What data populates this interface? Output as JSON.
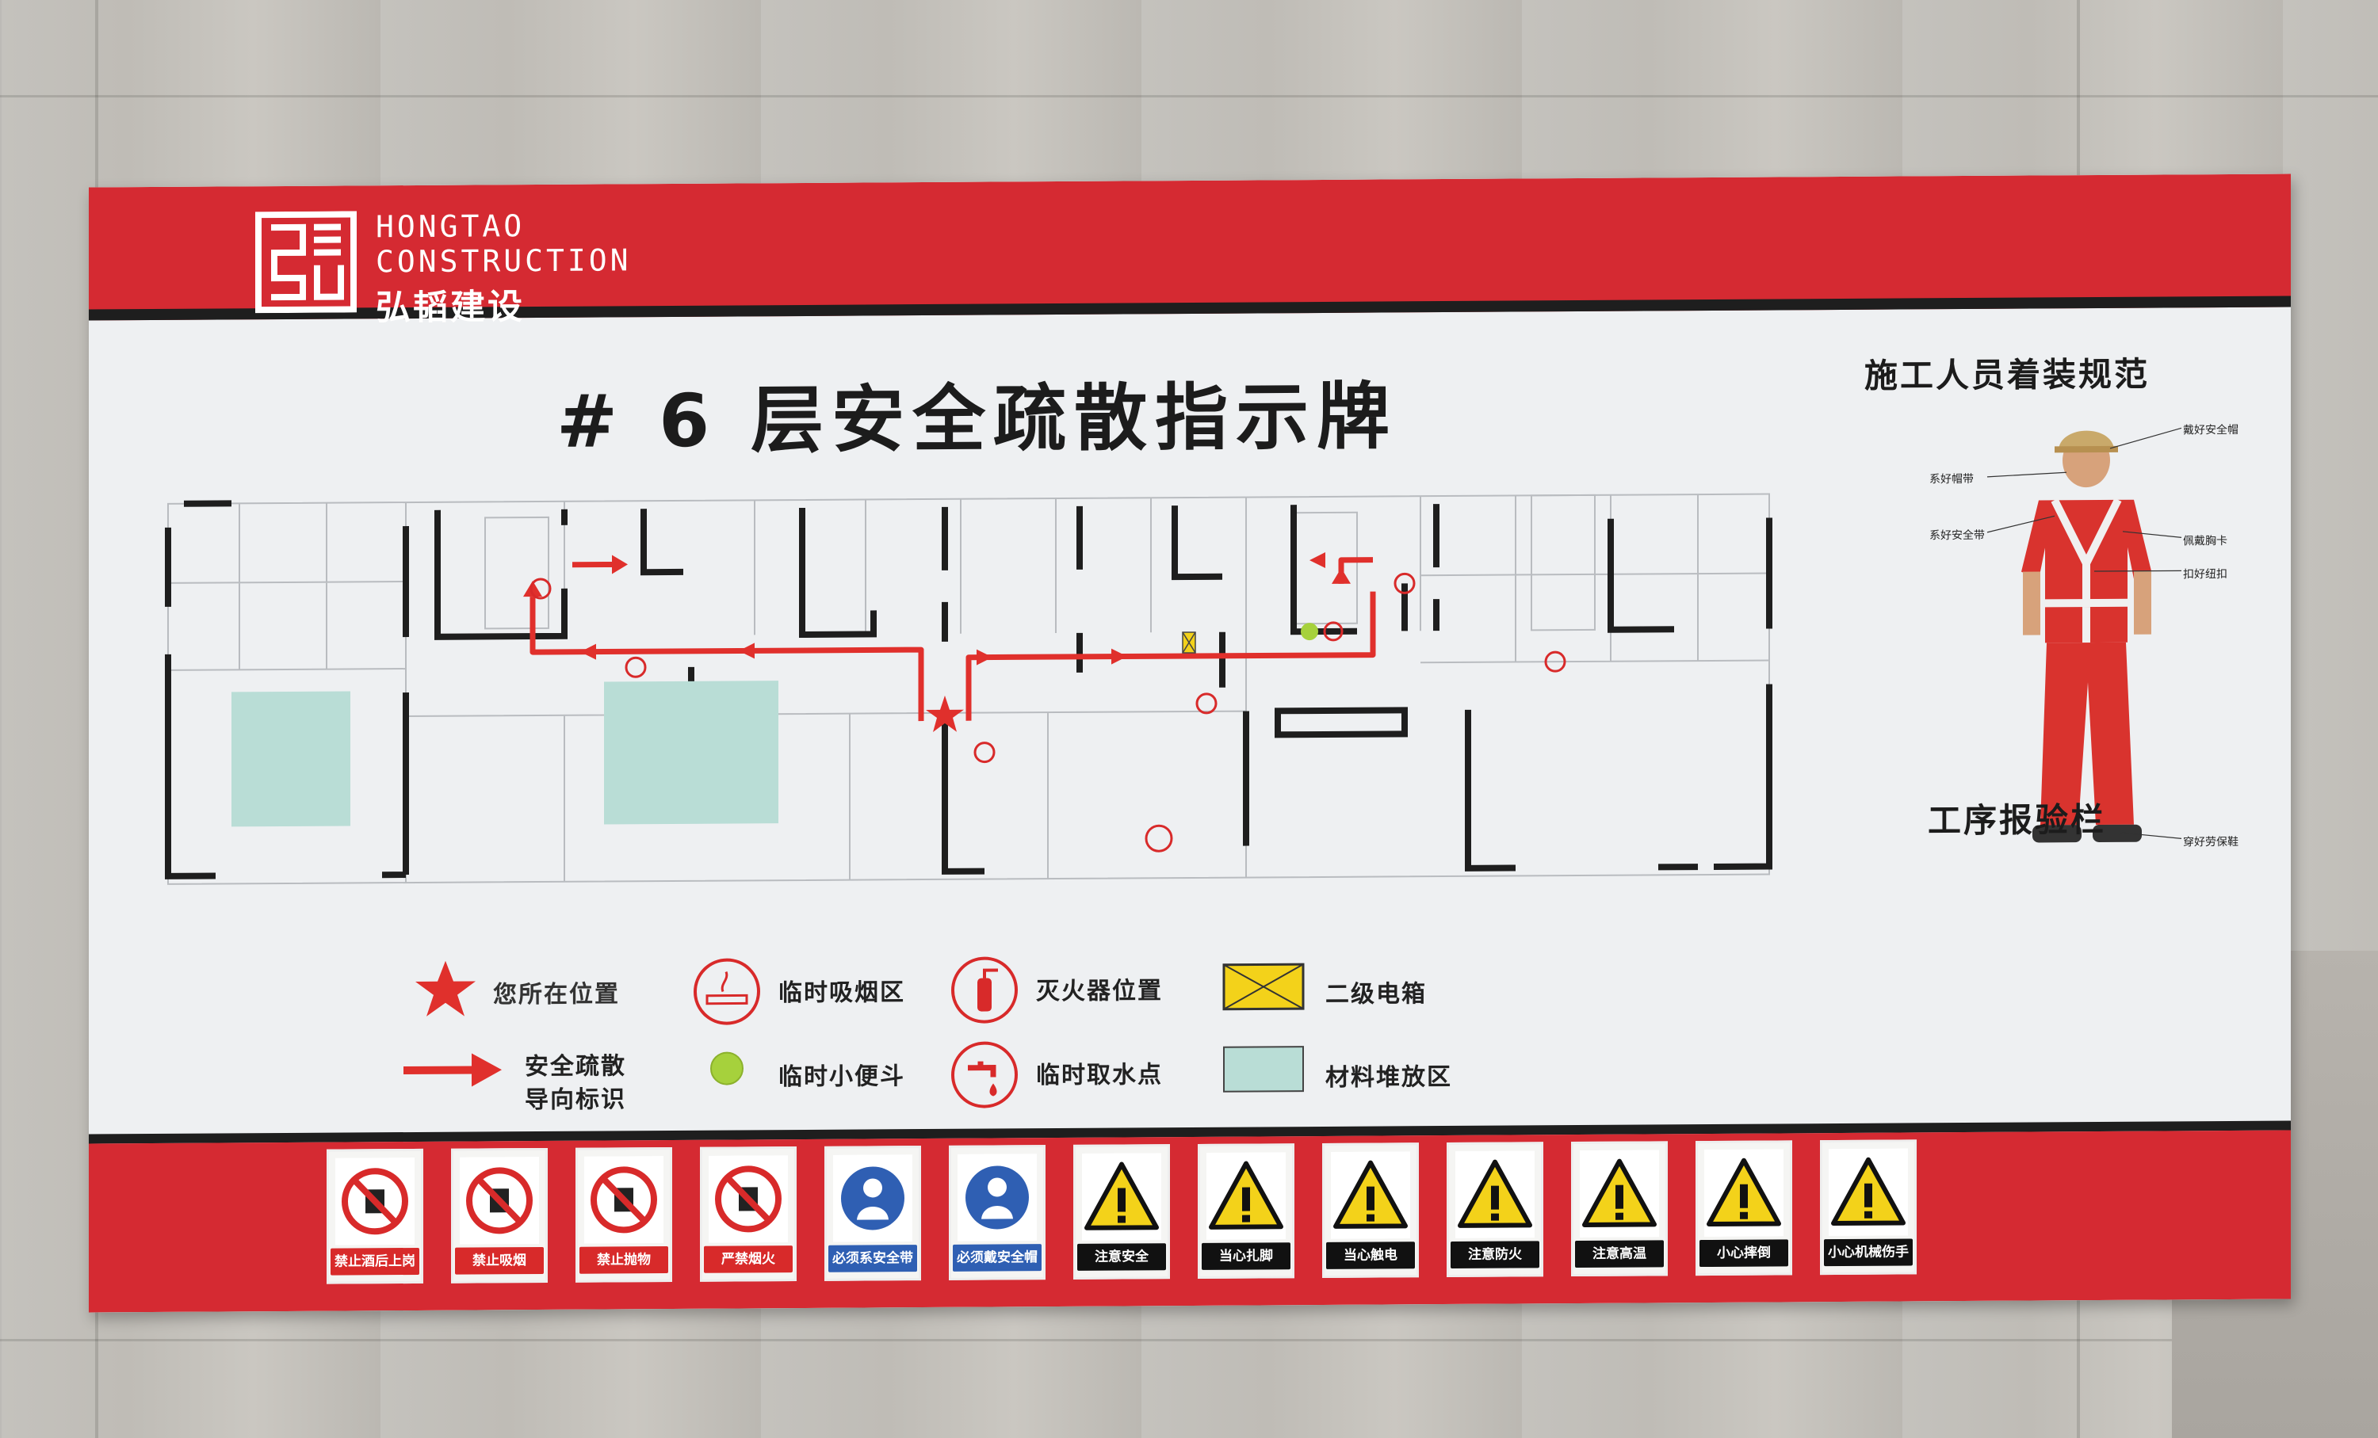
{
  "logo": {
    "en_line1": "HONGTAO",
    "en_line2": "CONSTRUCTION",
    "cn": "弘韬建设"
  },
  "title": "# 6 层安全疏散指示牌",
  "legend": [
    {
      "icon": "red-star-icon",
      "label": "您所在位置"
    },
    {
      "icon": "smoking-area-icon",
      "label": "临时吸烟区"
    },
    {
      "icon": "fire-extinguisher-icon",
      "label": "灭火器位置"
    },
    {
      "icon": "distribution-box-icon",
      "label": "二级电箱"
    },
    {
      "icon": "evacuation-arrow-icon",
      "label_line1": "安全疏散",
      "label_line2": "导向标识"
    },
    {
      "icon": "urinal-dot-icon",
      "label": "临时小便斗"
    },
    {
      "icon": "water-tap-icon",
      "label": "临时取水点"
    },
    {
      "icon": "material-area-icon",
      "label": "材料堆放区"
    }
  ],
  "right_panel": {
    "title": "施工人员着装规范",
    "notes": [
      "系好帽带",
      "戴好安全帽",
      "系好安全带",
      "佩戴胸卡",
      "扣好纽扣",
      "穿好劳保鞋"
    ],
    "subtitle": "工序报验栏"
  },
  "safety_signs": [
    {
      "label": "禁止酒后上岗",
      "kind": "prohibition"
    },
    {
      "label": "禁止吸烟",
      "kind": "prohibition"
    },
    {
      "label": "禁止抛物",
      "kind": "prohibition"
    },
    {
      "label": "严禁烟火",
      "kind": "prohibition"
    },
    {
      "label": "必须系安全带",
      "kind": "mandatory"
    },
    {
      "label": "必须戴安全帽",
      "kind": "mandatory"
    },
    {
      "label": "注意安全",
      "kind": "warning"
    },
    {
      "label": "当心扎脚",
      "kind": "warning"
    },
    {
      "label": "当心触电",
      "kind": "warning"
    },
    {
      "label": "注意防火",
      "kind": "warning"
    },
    {
      "label": "注意高温",
      "kind": "warning"
    },
    {
      "label": "小心摔倒",
      "kind": "warning"
    },
    {
      "label": "小心机械伤手",
      "kind": "warning"
    }
  ],
  "colors": {
    "brand_red": "#d52a32",
    "prohibition_red": "#d82a2a",
    "mandatory_blue": "#2f5fb3",
    "warning_yellow": "#f3d21a",
    "material_area": "#b9ddd6",
    "urinal_green": "#a6d13c"
  }
}
